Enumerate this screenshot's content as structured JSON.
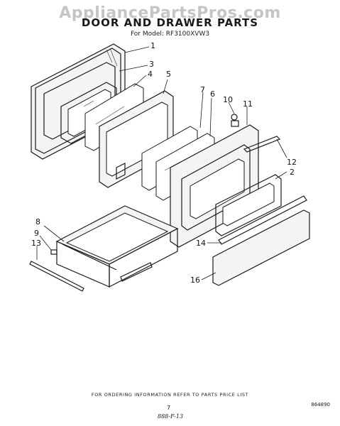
{
  "watermark": "AppliancePartsPros.com",
  "title": "DOOR AND DRAWER PARTS",
  "model_line": "For Model: RF3100XVW3",
  "callouts": [
    "1",
    "2",
    "3",
    "4",
    "5",
    "6",
    "7",
    "8",
    "9",
    "10",
    "11",
    "12",
    "13",
    "14",
    "16"
  ],
  "footer": {
    "note": "FOR ORDERING INFORMATION REFER TO PARTS PRICE LIST",
    "page_number": "7",
    "diagram_id": "864890",
    "handwritten": "888-F-13"
  }
}
